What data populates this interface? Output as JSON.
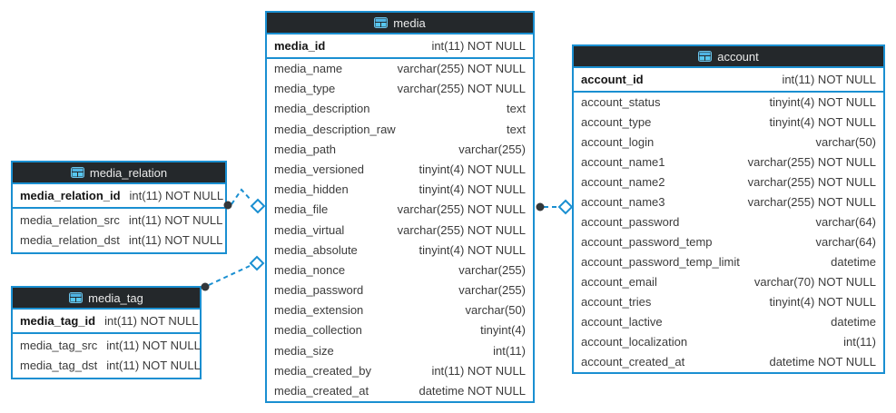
{
  "diagram": {
    "colors": {
      "table_border": "#1a8fd1",
      "header_bg": "#24282b",
      "header_text": "#ebebeb",
      "connector": "#1a8fd1",
      "connector_dot": "#33373a",
      "row_text": "#3b3b3b",
      "pk_text": "#151515"
    },
    "tables": [
      {
        "title": "media_relation",
        "icon": "table-icon",
        "pk": {
          "name": "media_relation_id",
          "type": "int(11) NOT NULL"
        },
        "columns": [
          {
            "name": "media_relation_src",
            "type": "int(11) NOT NULL"
          },
          {
            "name": "media_relation_dst",
            "type": "int(11) NOT NULL"
          }
        ]
      },
      {
        "title": "media_tag",
        "icon": "table-icon",
        "pk": {
          "name": "media_tag_id",
          "type": "int(11) NOT NULL"
        },
        "columns": [
          {
            "name": "media_tag_src",
            "type": "int(11) NOT NULL"
          },
          {
            "name": "media_tag_dst",
            "type": "int(11) NOT NULL"
          }
        ]
      },
      {
        "title": "media",
        "icon": "table-icon",
        "pk": {
          "name": "media_id",
          "type": "int(11) NOT NULL"
        },
        "columns": [
          {
            "name": "media_name",
            "type": "varchar(255) NOT NULL"
          },
          {
            "name": "media_type",
            "type": "varchar(255) NOT NULL"
          },
          {
            "name": "media_description",
            "type": "text"
          },
          {
            "name": "media_description_raw",
            "type": "text"
          },
          {
            "name": "media_path",
            "type": "varchar(255)"
          },
          {
            "name": "media_versioned",
            "type": "tinyint(4) NOT NULL"
          },
          {
            "name": "media_hidden",
            "type": "tinyint(4) NOT NULL"
          },
          {
            "name": "media_file",
            "type": "varchar(255) NOT NULL"
          },
          {
            "name": "media_virtual",
            "type": "varchar(255) NOT NULL"
          },
          {
            "name": "media_absolute",
            "type": "tinyint(4) NOT NULL"
          },
          {
            "name": "media_nonce",
            "type": "varchar(255)"
          },
          {
            "name": "media_password",
            "type": "varchar(255)"
          },
          {
            "name": "media_extension",
            "type": "varchar(50)"
          },
          {
            "name": "media_collection",
            "type": "tinyint(4)"
          },
          {
            "name": "media_size",
            "type": "int(11)"
          },
          {
            "name": "media_created_by",
            "type": "int(11) NOT NULL"
          },
          {
            "name": "media_created_at",
            "type": "datetime NOT NULL"
          }
        ]
      },
      {
        "title": "account",
        "icon": "table-icon",
        "pk": {
          "name": "account_id",
          "type": "int(11) NOT NULL"
        },
        "columns": [
          {
            "name": "account_status",
            "type": "tinyint(4) NOT NULL"
          },
          {
            "name": "account_type",
            "type": "tinyint(4) NOT NULL"
          },
          {
            "name": "account_login",
            "type": "varchar(50)"
          },
          {
            "name": "account_name1",
            "type": "varchar(255) NOT NULL"
          },
          {
            "name": "account_name2",
            "type": "varchar(255) NOT NULL"
          },
          {
            "name": "account_name3",
            "type": "varchar(255) NOT NULL"
          },
          {
            "name": "account_password",
            "type": "varchar(64)"
          },
          {
            "name": "account_password_temp",
            "type": "varchar(64)"
          },
          {
            "name": "account_password_temp_limit",
            "type": "datetime"
          },
          {
            "name": "account_email",
            "type": "varchar(70) NOT NULL"
          },
          {
            "name": "account_tries",
            "type": "tinyint(4) NOT NULL"
          },
          {
            "name": "account_lactive",
            "type": "datetime"
          },
          {
            "name": "account_localization",
            "type": "int(11)"
          },
          {
            "name": "account_created_at",
            "type": "datetime NOT NULL"
          }
        ]
      }
    ],
    "relations": [
      {
        "from": "media_relation",
        "to": "media",
        "line": "dashed",
        "source_marker": "dot",
        "target_marker": "open-diamond"
      },
      {
        "from": "media_tag",
        "to": "media",
        "line": "dashed",
        "source_marker": "dot",
        "target_marker": "open-diamond"
      },
      {
        "from": "media",
        "to": "account",
        "line": "dashed",
        "source_marker": "dot",
        "target_marker": "open-diamond"
      }
    ]
  }
}
